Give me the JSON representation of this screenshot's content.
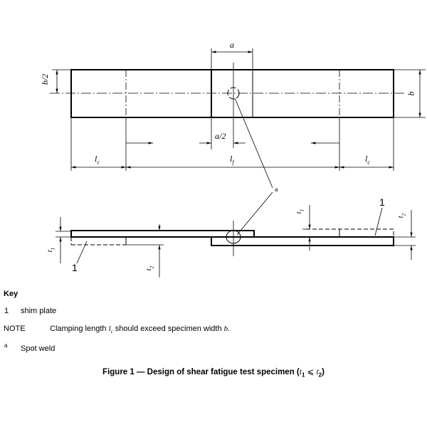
{
  "drawing": {
    "labels": {
      "a": "a",
      "b": "b",
      "b_half": "b/2",
      "a_half": "a/2",
      "lc": "l",
      "lc_sub": "c",
      "lf": "l",
      "lf_sub": "f",
      "t1": "t",
      "t1_sub": "1",
      "t2": "t",
      "t2_sub": "2",
      "callout_a": "a",
      "shim_ref": "1"
    }
  },
  "key": {
    "heading": "Key",
    "items": [
      {
        "num": "1",
        "text": "shim plate"
      }
    ],
    "note_label": "NOTE",
    "note_pre": "Clamping length ",
    "note_var": "l",
    "note_sub": "c",
    "note_post": " should exceed specimen width ",
    "note_var2": "b",
    "note_end": ".",
    "footnote_mark": "a",
    "footnote_text": "Spot weld"
  },
  "caption": {
    "text": "Figure 1 — Design of shear fatigue test specimen (",
    "t1": "t",
    "s1": "1",
    "rel": " ⩽ ",
    "t2": "t",
    "s2": "2",
    "end": ")"
  }
}
